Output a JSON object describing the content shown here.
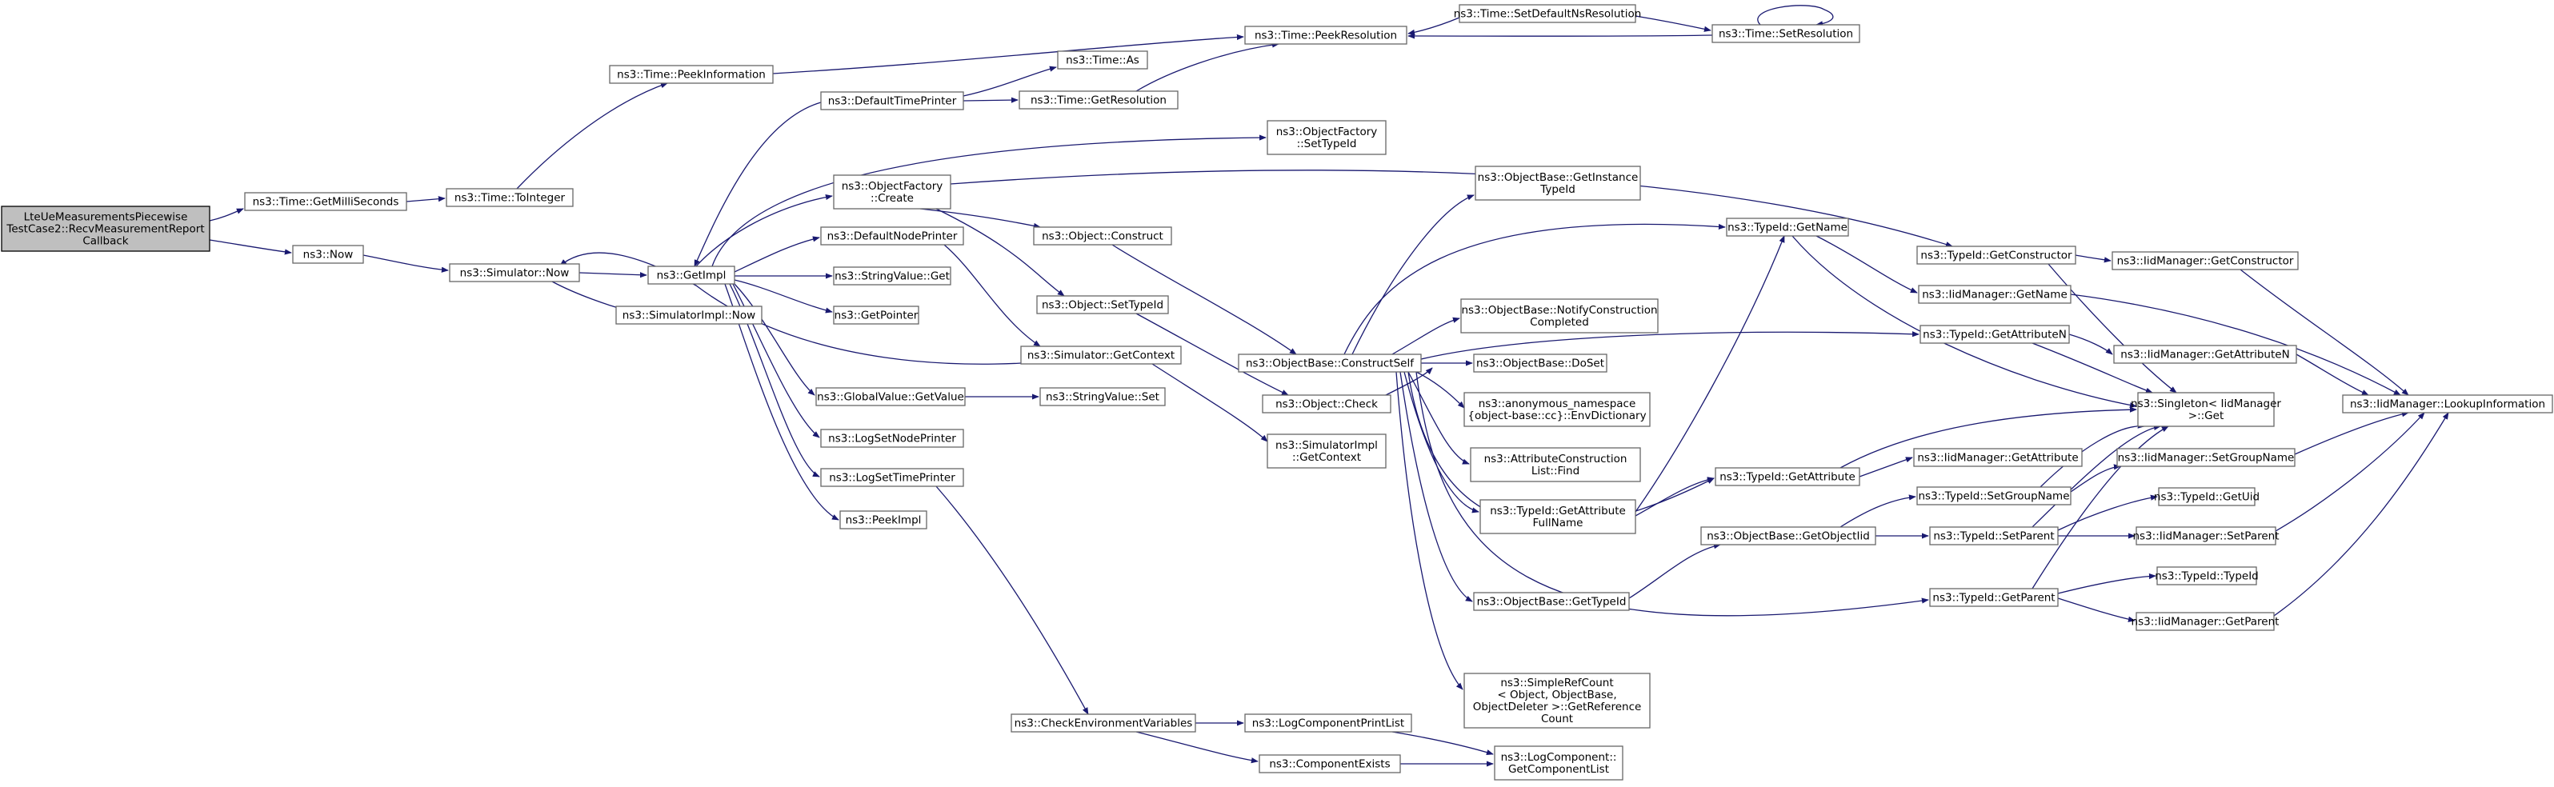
{
  "graph": {
    "colors": {
      "edge": "#191970",
      "node_border": "#666666",
      "root_fill": "#bfbfbf",
      "background": "#ffffff"
    },
    "nodes": [
      {
        "id": "root",
        "lines": [
          "LteUeMeasurementsPiecewise",
          "TestCase2::RecvMeasurementReport",
          "Callback"
        ],
        "root": true
      },
      {
        "id": "getms",
        "lines": [
          "ns3::Time::GetMilliSeconds"
        ]
      },
      {
        "id": "now",
        "lines": [
          "ns3::Now"
        ]
      },
      {
        "id": "toint",
        "lines": [
          "ns3::Time::ToInteger"
        ]
      },
      {
        "id": "peekinfo",
        "lines": [
          "ns3::Time::PeekInformation"
        ]
      },
      {
        "id": "simnow",
        "lines": [
          "ns3::Simulator::Now"
        ]
      },
      {
        "id": "simimplnow",
        "lines": [
          "ns3::SimulatorImpl::Now"
        ]
      },
      {
        "id": "getimpl",
        "lines": [
          "ns3::GetImpl"
        ]
      },
      {
        "id": "dtp",
        "lines": [
          "ns3::DefaultTimePrinter"
        ]
      },
      {
        "id": "ofcreate",
        "lines": [
          "ns3::ObjectFactory",
          "::Create"
        ]
      },
      {
        "id": "dnp",
        "lines": [
          "ns3::DefaultNodePrinter"
        ]
      },
      {
        "id": "svget",
        "lines": [
          "ns3::StringValue::Get"
        ]
      },
      {
        "id": "getptr",
        "lines": [
          "ns3::GetPointer"
        ]
      },
      {
        "id": "gvget",
        "lines": [
          "ns3::GlobalValue::GetValue"
        ]
      },
      {
        "id": "lsnp",
        "lines": [
          "ns3::LogSetNodePrinter"
        ]
      },
      {
        "id": "lstp",
        "lines": [
          "ns3::LogSetTimePrinter"
        ]
      },
      {
        "id": "peekimpl",
        "lines": [
          "ns3::PeekImpl"
        ]
      },
      {
        "id": "timeas",
        "lines": [
          "ns3::Time::As"
        ]
      },
      {
        "id": "getres",
        "lines": [
          "ns3::Time::GetResolution"
        ]
      },
      {
        "id": "peekres",
        "lines": [
          "ns3::Time::PeekResolution"
        ]
      },
      {
        "id": "setdefres",
        "lines": [
          "ns3::Time::SetDefaultNsResolution"
        ]
      },
      {
        "id": "setres",
        "lines": [
          "ns3::Time::SetResolution"
        ]
      },
      {
        "id": "ofsettype",
        "lines": [
          "ns3::ObjectFactory",
          "::SetTypeId"
        ]
      },
      {
        "id": "objconstruct",
        "lines": [
          "ns3::Object::Construct"
        ]
      },
      {
        "id": "objsettype",
        "lines": [
          "ns3::Object::SetTypeId"
        ]
      },
      {
        "id": "simgetctx",
        "lines": [
          "ns3::Simulator::GetContext"
        ]
      },
      {
        "id": "svset",
        "lines": [
          "ns3::StringValue::Set"
        ]
      },
      {
        "id": "objcheck",
        "lines": [
          "ns3::Object::Check"
        ]
      },
      {
        "id": "siggetctx",
        "lines": [
          "ns3::SimulatorImpl",
          "::GetContext"
        ]
      },
      {
        "id": "cself",
        "lines": [
          "ns3::ObjectBase::ConstructSelf"
        ]
      },
      {
        "id": "obgit",
        "lines": [
          "ns3::ObjectBase::GetInstance",
          "TypeId"
        ]
      },
      {
        "id": "obnotify",
        "lines": [
          "ns3::ObjectBase::NotifyConstruction",
          "Completed"
        ]
      },
      {
        "id": "obdoset",
        "lines": [
          "ns3::ObjectBase::DoSet"
        ]
      },
      {
        "id": "envdict",
        "lines": [
          "ns3::anonymous_namespace",
          "{object-base::cc}::EnvDictionary"
        ]
      },
      {
        "id": "acfind",
        "lines": [
          "ns3::AttributeConstruction",
          "List::Find"
        ]
      },
      {
        "id": "tgafn",
        "lines": [
          "ns3::TypeId::GetAttribute",
          "FullName"
        ]
      },
      {
        "id": "obgettype",
        "lines": [
          "ns3::ObjectBase::GetTypeId"
        ]
      },
      {
        "id": "srcget",
        "lines": [
          "ns3::SimpleRefCount",
          "< Object, ObjectBase,",
          "ObjectDeleter >::GetReference",
          "Count"
        ]
      },
      {
        "id": "checkenv",
        "lines": [
          "ns3::CheckEnvironmentVariables"
        ]
      },
      {
        "id": "lcpl",
        "lines": [
          "ns3::LogComponentPrintList"
        ]
      },
      {
        "id": "compexists",
        "lines": [
          "ns3::ComponentExists"
        ]
      },
      {
        "id": "lcgcl",
        "lines": [
          "ns3::LogComponent::",
          "GetComponentList"
        ]
      },
      {
        "id": "tgetname",
        "lines": [
          "ns3::TypeId::GetName"
        ]
      },
      {
        "id": "tgetattr",
        "lines": [
          "ns3::TypeId::GetAttribute"
        ]
      },
      {
        "id": "obgetoiid",
        "lines": [
          "ns3::ObjectBase::GetObjectIid"
        ]
      },
      {
        "id": "tgetctor",
        "lines": [
          "ns3::TypeId::GetConstructor"
        ]
      },
      {
        "id": "iidgetname",
        "lines": [
          "ns3::IidManager::GetName"
        ]
      },
      {
        "id": "tgetattrn",
        "lines": [
          "ns3::TypeId::GetAttributeN"
        ]
      },
      {
        "id": "iidgetattr",
        "lines": [
          "ns3::IidManager::GetAttribute"
        ]
      },
      {
        "id": "tsetgroup",
        "lines": [
          "ns3::TypeId::SetGroupName"
        ]
      },
      {
        "id": "tsetparent",
        "lines": [
          "ns3::TypeId::SetParent"
        ]
      },
      {
        "id": "tgetparent",
        "lines": [
          "ns3::TypeId::GetParent"
        ]
      },
      {
        "id": "iidgetctor",
        "lines": [
          "ns3::IidManager::GetConstructor"
        ]
      },
      {
        "id": "iidgetattrn",
        "lines": [
          "ns3::IidManager::GetAttributeN"
        ]
      },
      {
        "id": "singleton",
        "lines": [
          "ns3::Singleton< IidManager",
          ">::Get"
        ]
      },
      {
        "id": "iidsetgroup",
        "lines": [
          "ns3::IidManager::SetGroupName"
        ]
      },
      {
        "id": "tgetuid",
        "lines": [
          "ns3::TypeId::GetUid"
        ]
      },
      {
        "id": "iidsetparent",
        "lines": [
          "ns3::IidManager::SetParent"
        ]
      },
      {
        "id": "ttypeid",
        "lines": [
          "ns3::TypeId::TypeId"
        ]
      },
      {
        "id": "iidgetparent",
        "lines": [
          "ns3::IidManager::GetParent"
        ]
      },
      {
        "id": "iidlookup",
        "lines": [
          "ns3::IidManager::LookupInformation"
        ]
      }
    ]
  }
}
